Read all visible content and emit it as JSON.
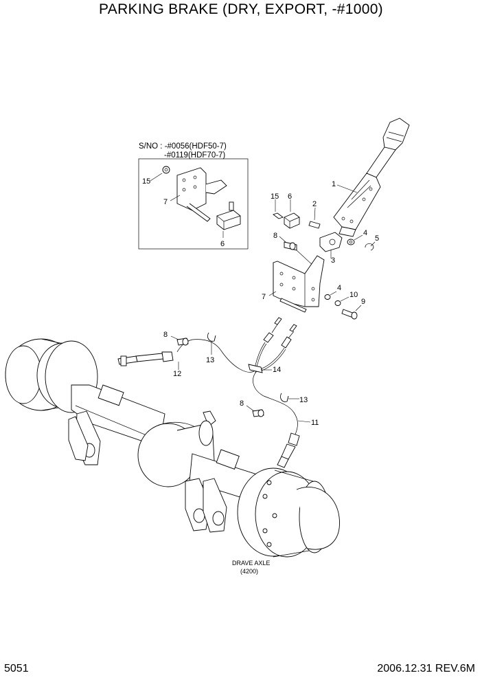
{
  "page": {
    "title": "PARKING BRAKE (DRY, EXPORT, -#1000)",
    "page_number": "5051",
    "revision": "2006.12.31 REV.6M"
  },
  "inset": {
    "sno_line1": "S/NO : -#0056(HDF50-7)",
    "sno_line2": "-#0119(HDF70-7)",
    "callouts": [
      "15",
      "7",
      "6"
    ]
  },
  "callouts": {
    "c1": "1",
    "c2": "2",
    "c3": "3",
    "c4a": "4",
    "c4b": "4",
    "c5": "5",
    "c6": "6",
    "c7": "7",
    "c8a": "8",
    "c8b": "8",
    "c8c": "8",
    "c9": "9",
    "c10": "10",
    "c11": "11",
    "c12": "12",
    "c13a": "13",
    "c13b": "13",
    "c14": "14",
    "c15": "15"
  },
  "axle": {
    "label_line1": "DRAVE AXLE",
    "label_line2": "(4200)"
  }
}
